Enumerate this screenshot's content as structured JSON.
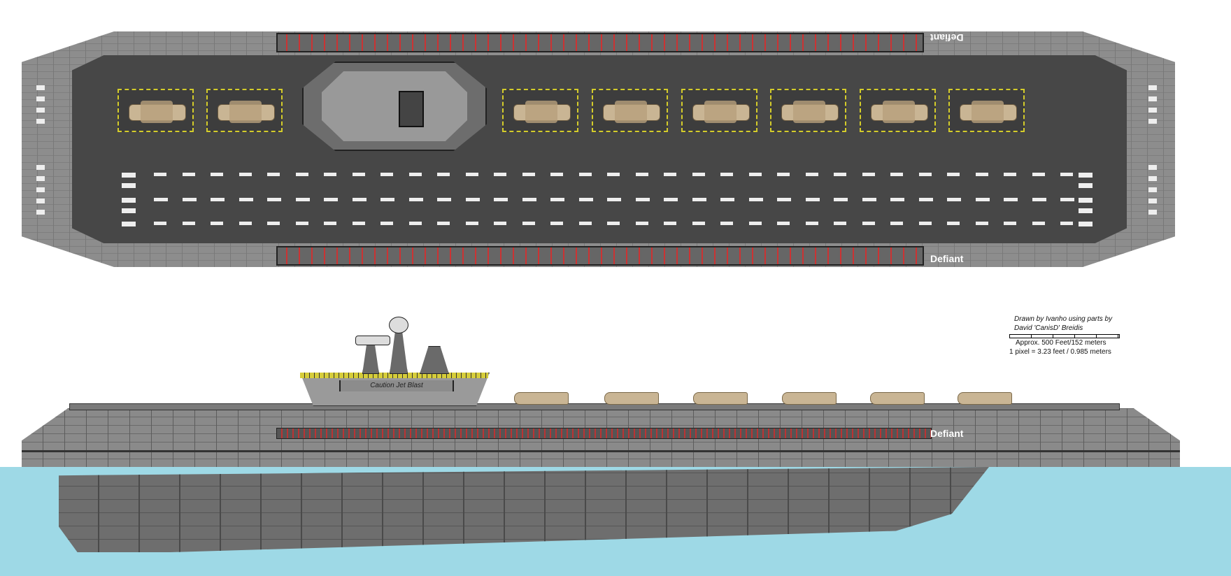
{
  "ship": {
    "name_top_upper": "Defiant",
    "name_top_lower": "Defiant",
    "name_side": "Defiant",
    "island_sign": "Caution Jet Blast"
  },
  "credits": {
    "line1": "Drawn by Ivanho using parts by",
    "line2": "David 'CanisD' Breidis",
    "scale": "Approx. 500 Feet/152 meters",
    "pixel": "1 pixel = 3.23 feet / 0.985 meters"
  },
  "colors": {
    "deck": "#474747",
    "hull": "#8d8d8d",
    "water": "#9ed9e6",
    "pad_marking": "#d4cc2a",
    "aircraft": "#c9b594"
  }
}
